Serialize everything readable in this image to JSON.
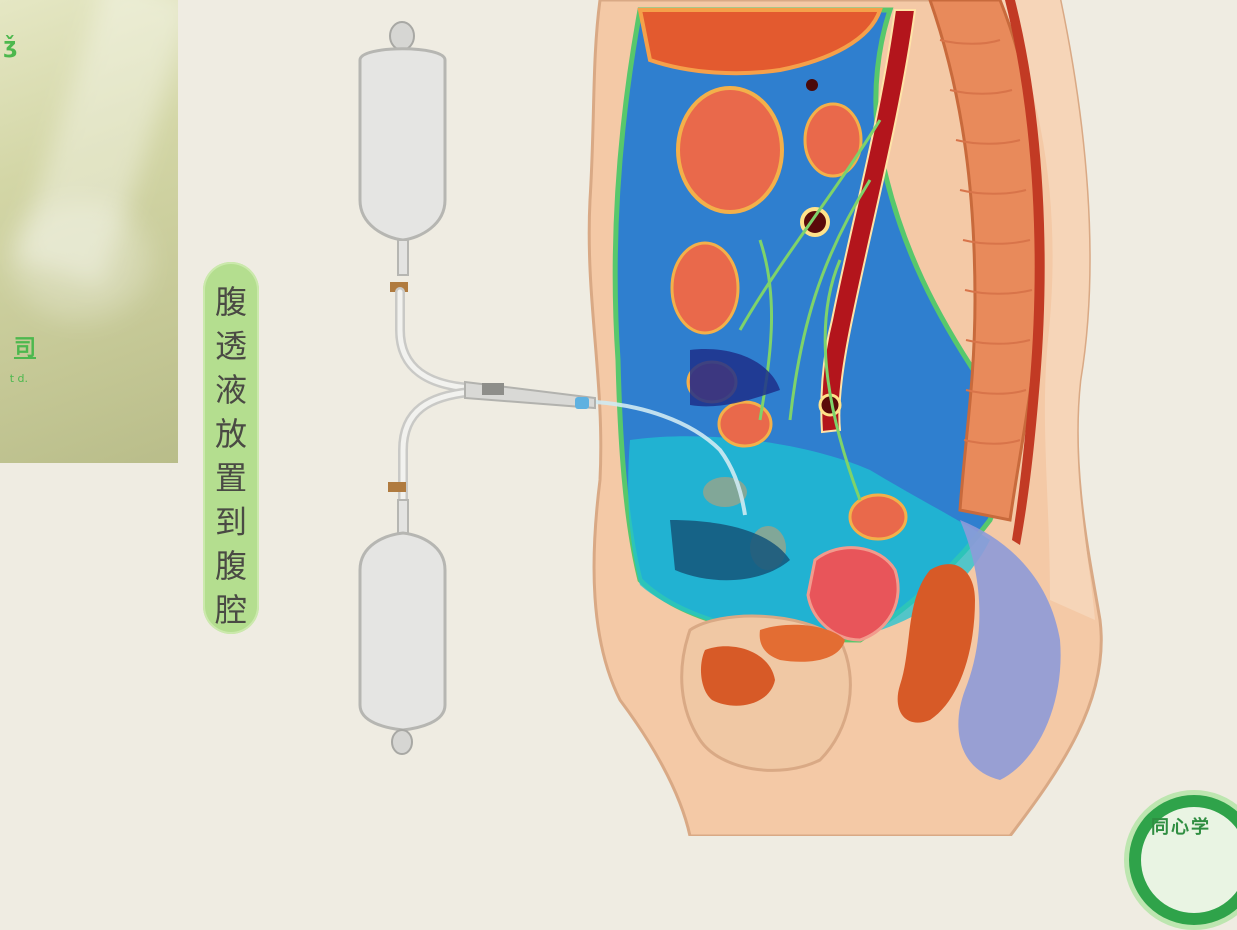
{
  "caption": {
    "text": "腹透液放置到腹腔",
    "chars": [
      "腹",
      "透",
      "液",
      "放",
      "置",
      "到",
      "腹",
      "腔"
    ],
    "pill_color": "#b4de8f"
  },
  "photo_inset": {
    "fragment_top": "ǯ",
    "fragment_bottom_1": "司",
    "fragment_bottom_2": "t d."
  },
  "watermark": {
    "text": "同心学",
    "color": "#2fa34a"
  },
  "figure": {
    "items": [
      "upper-fluid-bag",
      "connector-tube",
      "y-junction",
      "catheter",
      "lower-drain-bag",
      "abdomen-cross-section",
      "spine",
      "aorta",
      "intestines",
      "bladder",
      "uterus",
      "rectum"
    ],
    "colors": {
      "background": "#efece2",
      "skin": "#f4c9a6",
      "peritoneal_fluid": "#2f8fd8",
      "intestine": "#e9694b",
      "spine": "#e88a5b",
      "aorta": "#b3151c",
      "bag": "#e5e5e3"
    }
  }
}
